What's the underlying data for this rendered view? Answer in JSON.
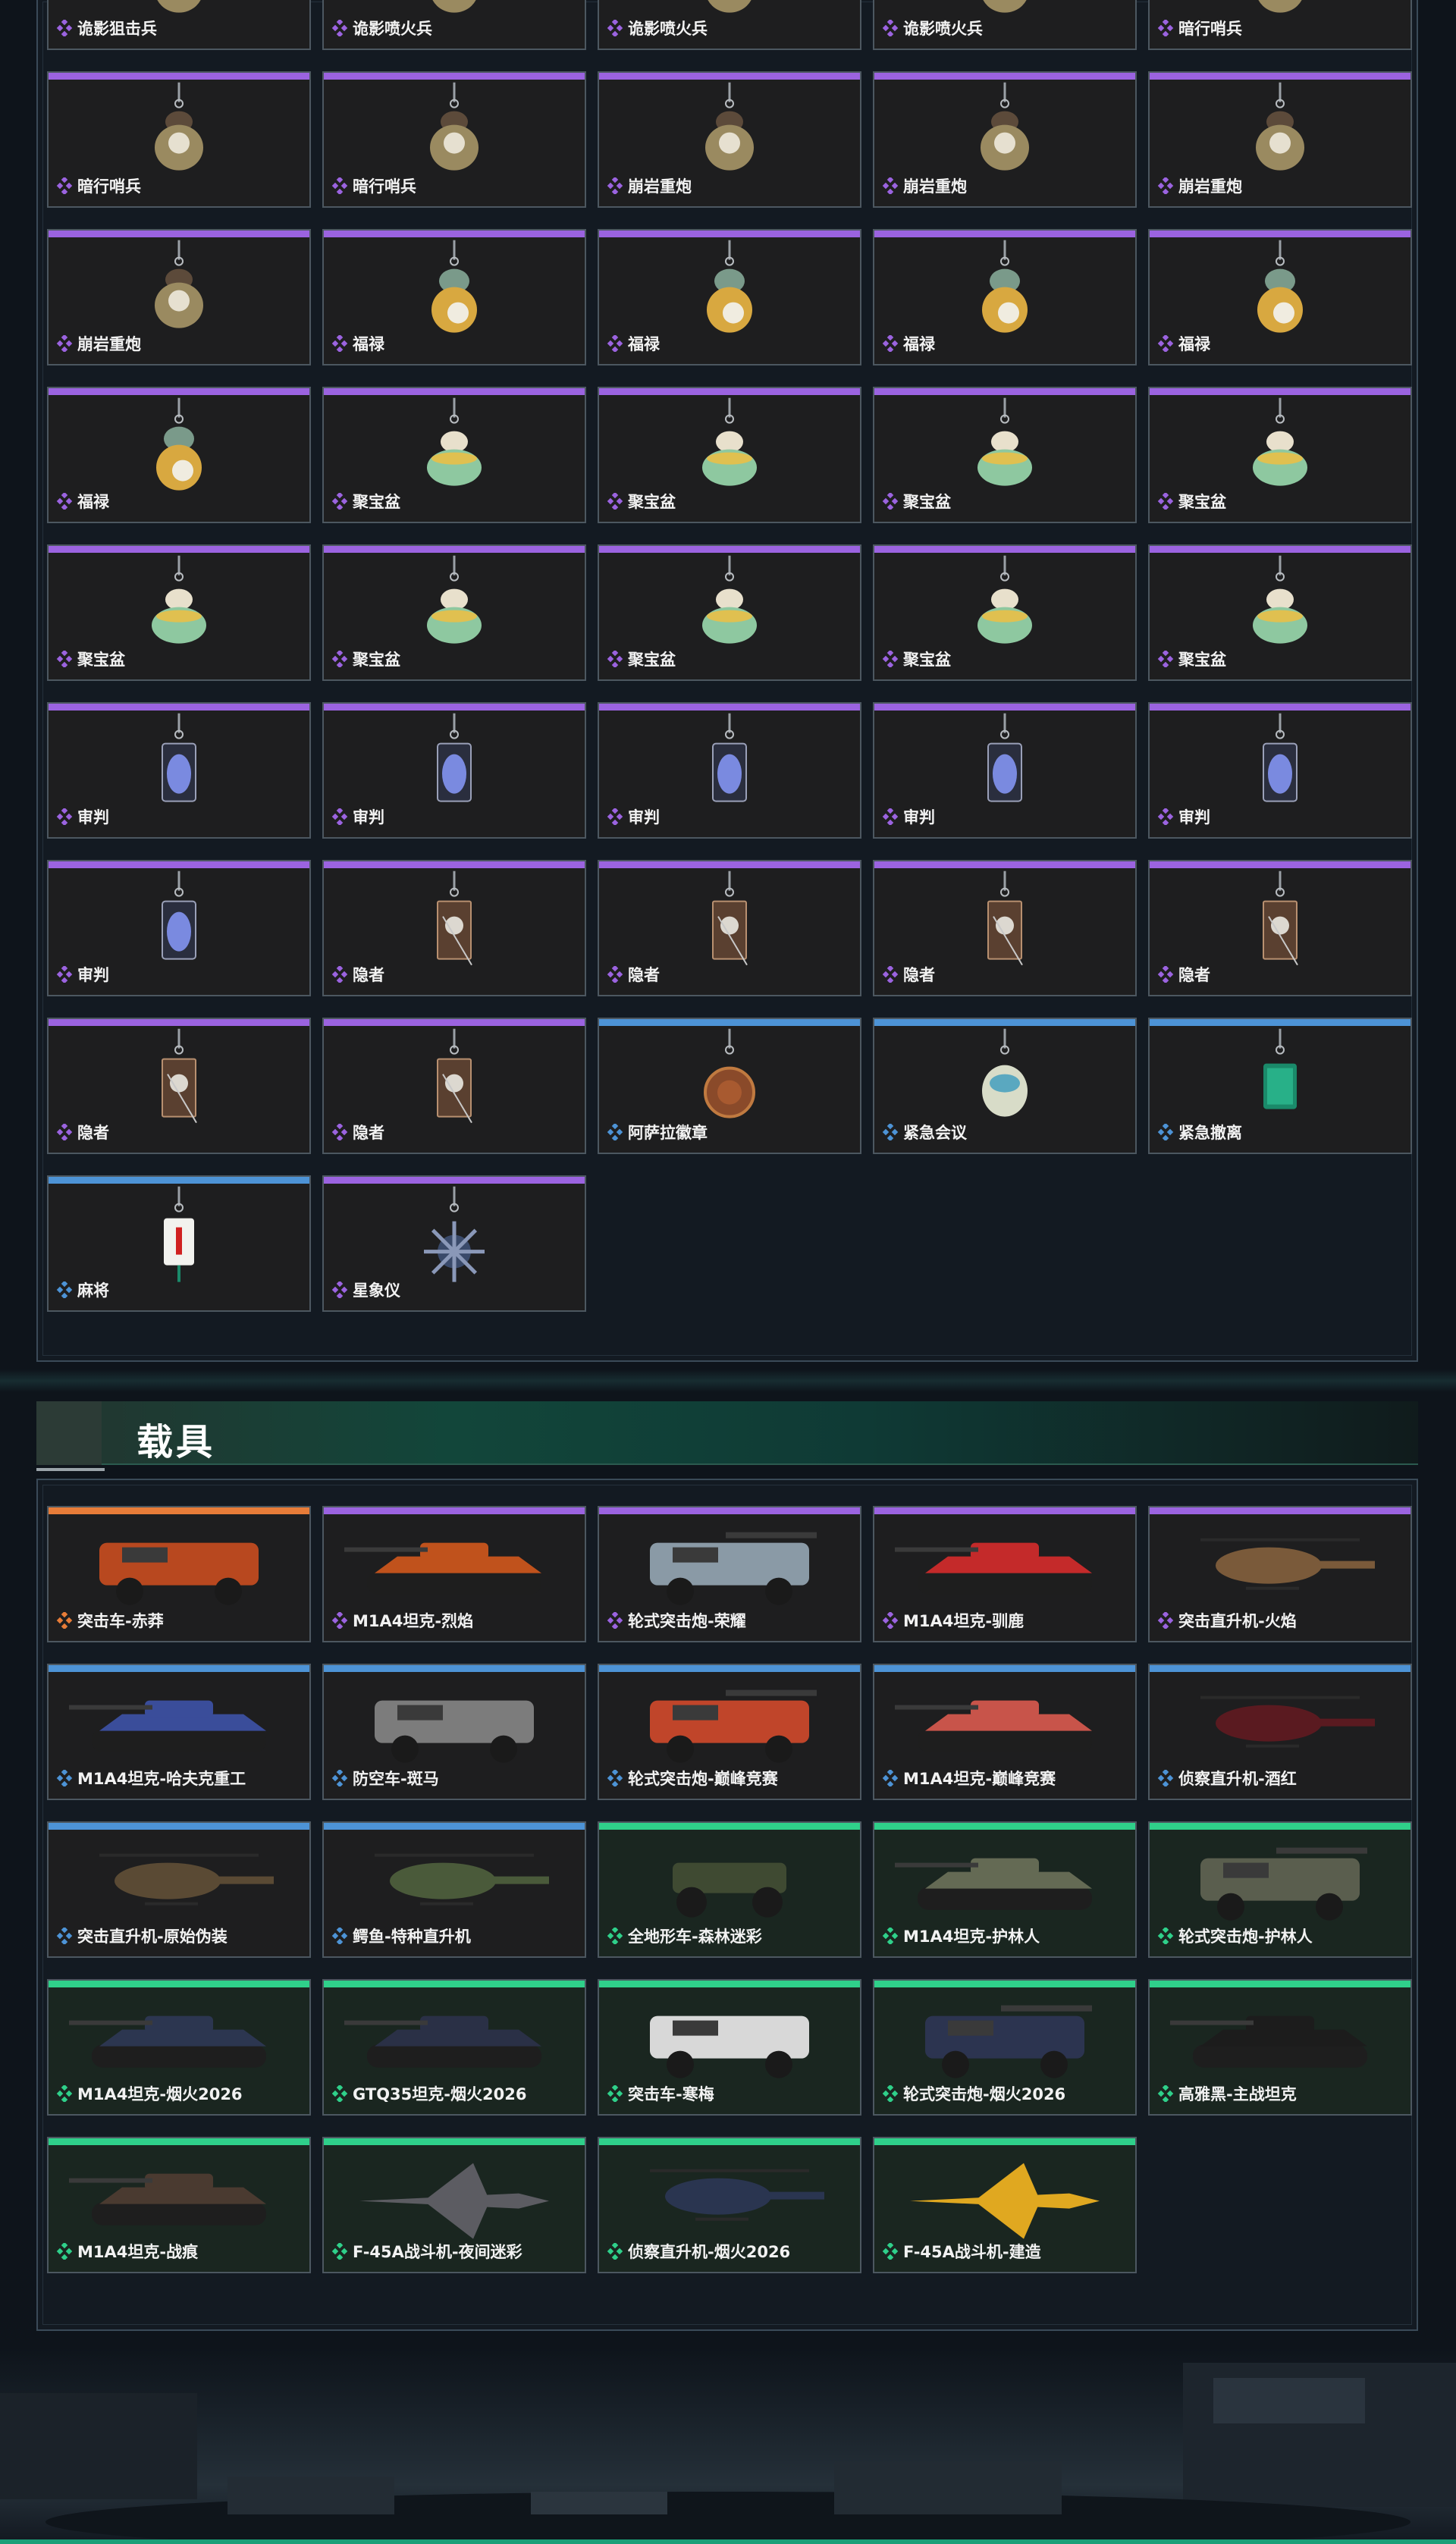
{
  "colors": {
    "legendary": "#e77c38",
    "epic": "#9b63e0",
    "rare": "#4d93d6",
    "uncommon": "#2fd08a"
  },
  "sections": {
    "vehicles_title": "载具"
  },
  "charms": [
    {
      "name": "诡影狙击兵",
      "rarity": "epic",
      "icon": "soldier-charm-icon"
    },
    {
      "name": "诡影喷火兵",
      "rarity": "epic",
      "icon": "soldier-charm-icon"
    },
    {
      "name": "诡影喷火兵",
      "rarity": "epic",
      "icon": "soldier-charm-icon"
    },
    {
      "name": "诡影喷火兵",
      "rarity": "epic",
      "icon": "soldier-charm-icon"
    },
    {
      "name": "暗行哨兵",
      "rarity": "epic",
      "icon": "soldier-charm-icon"
    },
    {
      "name": "暗行哨兵",
      "rarity": "epic",
      "icon": "soldier-charm-icon"
    },
    {
      "name": "暗行哨兵",
      "rarity": "epic",
      "icon": "soldier-charm-icon"
    },
    {
      "name": "崩岩重炮",
      "rarity": "epic",
      "icon": "soldier-charm-icon"
    },
    {
      "name": "崩岩重炮",
      "rarity": "epic",
      "icon": "soldier-charm-icon"
    },
    {
      "name": "崩岩重炮",
      "rarity": "epic",
      "icon": "soldier-charm-icon"
    },
    {
      "name": "崩岩重炮",
      "rarity": "epic",
      "icon": "soldier-charm-icon"
    },
    {
      "name": "福禄",
      "rarity": "epic",
      "icon": "gourd-charm-icon"
    },
    {
      "name": "福禄",
      "rarity": "epic",
      "icon": "gourd-charm-icon"
    },
    {
      "name": "福禄",
      "rarity": "epic",
      "icon": "gourd-charm-icon"
    },
    {
      "name": "福禄",
      "rarity": "epic",
      "icon": "gourd-charm-icon"
    },
    {
      "name": "福禄",
      "rarity": "epic",
      "icon": "gourd-charm-icon"
    },
    {
      "name": "聚宝盆",
      "rarity": "epic",
      "icon": "treasure-bowl-charm-icon"
    },
    {
      "name": "聚宝盆",
      "rarity": "epic",
      "icon": "treasure-bowl-charm-icon"
    },
    {
      "name": "聚宝盆",
      "rarity": "epic",
      "icon": "treasure-bowl-charm-icon"
    },
    {
      "name": "聚宝盆",
      "rarity": "epic",
      "icon": "treasure-bowl-charm-icon"
    },
    {
      "name": "聚宝盆",
      "rarity": "epic",
      "icon": "treasure-bowl-charm-icon"
    },
    {
      "name": "聚宝盆",
      "rarity": "epic",
      "icon": "treasure-bowl-charm-icon"
    },
    {
      "name": "聚宝盆",
      "rarity": "epic",
      "icon": "treasure-bowl-charm-icon"
    },
    {
      "name": "聚宝盆",
      "rarity": "epic",
      "icon": "treasure-bowl-charm-icon"
    },
    {
      "name": "聚宝盆",
      "rarity": "epic",
      "icon": "treasure-bowl-charm-icon"
    },
    {
      "name": "审判",
      "rarity": "epic",
      "icon": "card-charm-icon"
    },
    {
      "name": "审判",
      "rarity": "epic",
      "icon": "card-charm-icon"
    },
    {
      "name": "审判",
      "rarity": "epic",
      "icon": "card-charm-icon"
    },
    {
      "name": "审判",
      "rarity": "epic",
      "icon": "card-charm-icon"
    },
    {
      "name": "审判",
      "rarity": "epic",
      "icon": "card-charm-icon"
    },
    {
      "name": "审判",
      "rarity": "epic",
      "icon": "card-charm-icon"
    },
    {
      "name": "隐者",
      "rarity": "epic",
      "icon": "tarot-charm-icon"
    },
    {
      "name": "隐者",
      "rarity": "epic",
      "icon": "tarot-charm-icon"
    },
    {
      "name": "隐者",
      "rarity": "epic",
      "icon": "tarot-charm-icon"
    },
    {
      "name": "隐者",
      "rarity": "epic",
      "icon": "tarot-charm-icon"
    },
    {
      "name": "隐者",
      "rarity": "epic",
      "icon": "tarot-charm-icon"
    },
    {
      "name": "隐者",
      "rarity": "epic",
      "icon": "tarot-charm-icon"
    },
    {
      "name": "阿萨拉徽章",
      "rarity": "rare",
      "icon": "badge-charm-icon"
    },
    {
      "name": "紧急会议",
      "rarity": "rare",
      "icon": "meeting-charm-icon"
    },
    {
      "name": "紧急撤离",
      "rarity": "rare",
      "icon": "exit-sign-charm-icon"
    },
    {
      "name": "麻将",
      "rarity": "rare",
      "icon": "mahjong-charm-icon"
    },
    {
      "name": "星象仪",
      "rarity": "epic",
      "icon": "spiked-orb-charm-icon"
    }
  ],
  "vehicles": [
    {
      "name": "突击车-赤莽",
      "rarity": "legendary",
      "icon": "armored-car-icon",
      "tint": "#b8481f"
    },
    {
      "name": "M1A4坦克-烈焰",
      "rarity": "epic",
      "icon": "tank-icon",
      "tint": "#c0521c"
    },
    {
      "name": "轮式突击炮-荣耀",
      "rarity": "epic",
      "icon": "wheeled-gun-icon",
      "tint": "#8a9aa6"
    },
    {
      "name": "M1A4坦克-驯鹿",
      "rarity": "epic",
      "icon": "tank-icon",
      "tint": "#c42a2a"
    },
    {
      "name": "突击直升机-火焰",
      "rarity": "epic",
      "icon": "helicopter-icon",
      "tint": "#7a5a3a"
    },
    {
      "name": "M1A4坦克-哈夫克重工",
      "rarity": "rare",
      "icon": "tank-icon",
      "tint": "#3a4d9a"
    },
    {
      "name": "防空车-斑马",
      "rarity": "rare",
      "icon": "armored-car-icon",
      "tint": "#7c7c7c"
    },
    {
      "name": "轮式突击炮-巅峰竞赛",
      "rarity": "rare",
      "icon": "wheeled-gun-icon",
      "tint": "#c0452a"
    },
    {
      "name": "M1A4坦克-巅峰竞赛",
      "rarity": "rare",
      "icon": "tank-icon",
      "tint": "#c8544a"
    },
    {
      "name": "侦察直升机-酒红",
      "rarity": "rare",
      "icon": "helicopter-icon",
      "tint": "#5a1a20"
    },
    {
      "name": "突击直升机-原始伪装",
      "rarity": "rare",
      "icon": "helicopter-icon",
      "tint": "#5a4a34"
    },
    {
      "name": "鳄鱼-特种直升机",
      "rarity": "rare",
      "icon": "helicopter-icon",
      "tint": "#4a5a3a"
    },
    {
      "name": "全地形车-森林迷彩",
      "rarity": "uncommon",
      "icon": "atv-icon",
      "tint": "#3f4a32"
    },
    {
      "name": "M1A4坦克-护林人",
      "rarity": "uncommon",
      "icon": "tank-icon",
      "tint": "#646a54"
    },
    {
      "name": "轮式突击炮-护林人",
      "rarity": "uncommon",
      "icon": "wheeled-gun-icon",
      "tint": "#5a5e4e"
    },
    {
      "name": "M1A4坦克-烟火2026",
      "rarity": "uncommon",
      "icon": "tank-icon",
      "tint": "#2c3650"
    },
    {
      "name": "GTQ35坦克-烟火2026",
      "rarity": "uncommon",
      "icon": "tank-icon",
      "tint": "#2a3046"
    },
    {
      "name": "突击车-寒梅",
      "rarity": "uncommon",
      "icon": "armored-car-icon",
      "tint": "#d8d8d8"
    },
    {
      "name": "轮式突击炮-烟火2026",
      "rarity": "uncommon",
      "icon": "wheeled-gun-icon",
      "tint": "#2c3450"
    },
    {
      "name": "高雅黑-主战坦克",
      "rarity": "uncommon",
      "icon": "tank-icon",
      "tint": "#1c1c1c"
    },
    {
      "name": "M1A4坦克-战痕",
      "rarity": "uncommon",
      "icon": "tank-icon",
      "tint": "#4a3a30"
    },
    {
      "name": "F-45A战斗机-夜间迷彩",
      "rarity": "uncommon",
      "icon": "jet-icon",
      "tint": "#5c5c62"
    },
    {
      "name": "侦察直升机-烟火2026",
      "rarity": "uncommon",
      "icon": "helicopter-icon",
      "tint": "#2a3550"
    },
    {
      "name": "F-45A战斗机-建造",
      "rarity": "uncommon",
      "icon": "jet-icon",
      "tint": "#e0a820"
    }
  ]
}
